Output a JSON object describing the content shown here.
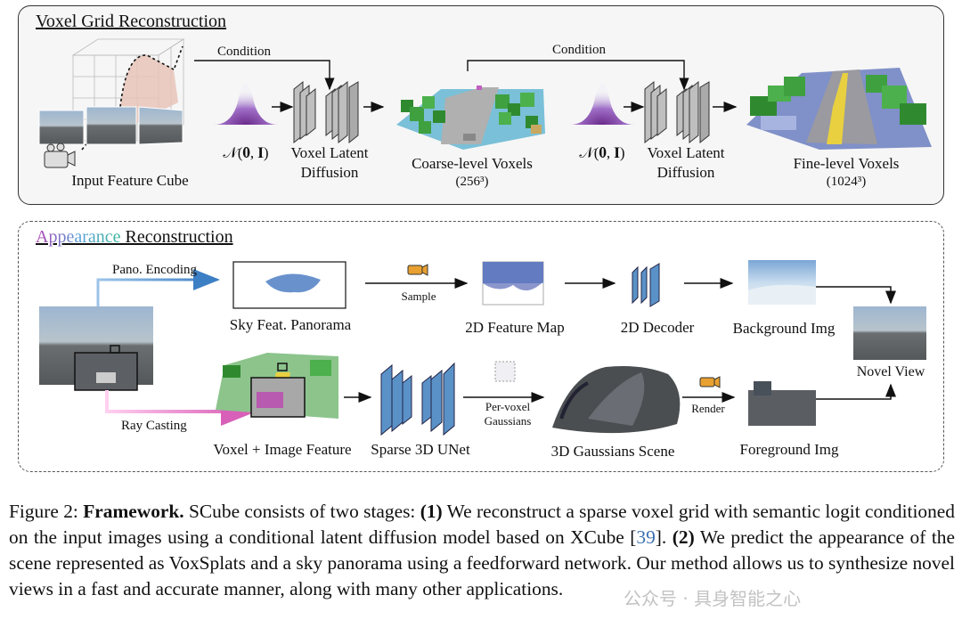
{
  "top_panel": {
    "title": "Voxel Grid Reconstruction",
    "condition1": "Condition",
    "condition2": "Condition",
    "input_label": "Input Feature Cube",
    "normal1": "𝒩(𝟎, 𝐈)",
    "normal2": "𝒩(𝟎, 𝐈)",
    "vld1_line1": "Voxel Latent",
    "vld1_line2": "Diffusion",
    "vld2_line1": "Voxel Latent",
    "vld2_line2": "Diffusion",
    "coarse_label": "Coarse-level Voxels",
    "coarse_res": "(256³)",
    "fine_label": "Fine-level Voxels",
    "fine_res": "(1024³)"
  },
  "bottom_panel": {
    "title_colored": "Appearance",
    "title_rest": "Reconstruction",
    "pano_encoding": "Pano. Encoding",
    "sky_label": "Sky Feat. Panorama",
    "sample": "Sample",
    "feature_map": "2D Feature Map",
    "decoder": "2D Decoder",
    "background": "Background Img",
    "ray_casting": "Ray Casting",
    "voxel_image": "Voxel + Image Feature",
    "unet": "Sparse 3D UNet",
    "per_voxel_1": "Per-voxel",
    "per_voxel_2": "Gaussians",
    "gaussians_scene": "3D Gaussians Scene",
    "render": "Render",
    "foreground": "Foreground Img",
    "novel_view": "Novel View"
  },
  "caption": {
    "fig": "Figure 2:",
    "bold": "Framework.",
    "t1": " SCube consists of two stages: ",
    "n1": "(1)",
    "t2": " We reconstruct a sparse voxel grid with semantic logit conditioned on the input images using a conditional latent diffusion model based on XCube [",
    "ref": "39",
    "t3": "]. ",
    "n2": "(2)",
    "t4": " We predict the appearance of the scene represented as VoxSplats and a sky panorama using a feedforward network. Our method allows us to synthesize novel views in a fast and accurate manner, along with many other applications."
  },
  "watermark": "公众号 · 具身智能之心"
}
